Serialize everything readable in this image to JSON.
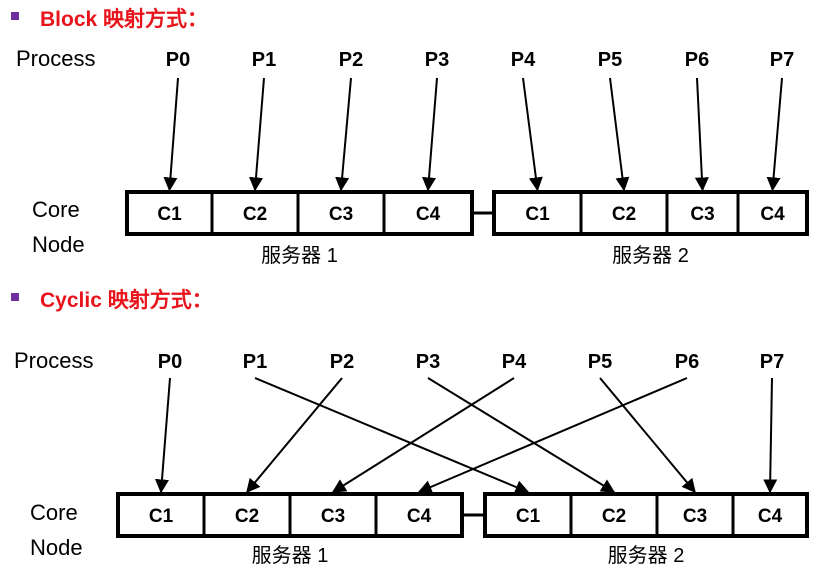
{
  "colors": {
    "title_red": "#e8141b",
    "bullet_purple": "#7030a0",
    "ink": "#000000"
  },
  "sections": [
    {
      "title": "Block 映射方式：",
      "process_label": "Process",
      "core_label_line1": "Core",
      "core_label_line2": "Node",
      "processes": [
        "P0",
        "P1",
        "P2",
        "P3",
        "P4",
        "P5",
        "P6",
        "P7"
      ],
      "servers": [
        {
          "label": "服务器 1",
          "cores": [
            "C1",
            "C2",
            "C3",
            "C4"
          ]
        },
        {
          "label": "服务器 2",
          "cores": [
            "C1",
            "C2",
            "C3",
            "C4"
          ]
        }
      ],
      "mapping": [
        0,
        1,
        2,
        3,
        4,
        5,
        6,
        7
      ]
    },
    {
      "title": "Cyclic 映射方式：",
      "process_label": "Process",
      "core_label_line1": "Core",
      "core_label_line2": "Node",
      "processes": [
        "P0",
        "P1",
        "P2",
        "P3",
        "P4",
        "P5",
        "P6",
        "P7"
      ],
      "servers": [
        {
          "label": "服务器 1",
          "cores": [
            "C1",
            "C2",
            "C3",
            "C4"
          ]
        },
        {
          "label": "服务器 2",
          "cores": [
            "C1",
            "C2",
            "C3",
            "C4"
          ]
        }
      ],
      "mapping": [
        0,
        4,
        1,
        5,
        2,
        6,
        3,
        7
      ]
    }
  ]
}
